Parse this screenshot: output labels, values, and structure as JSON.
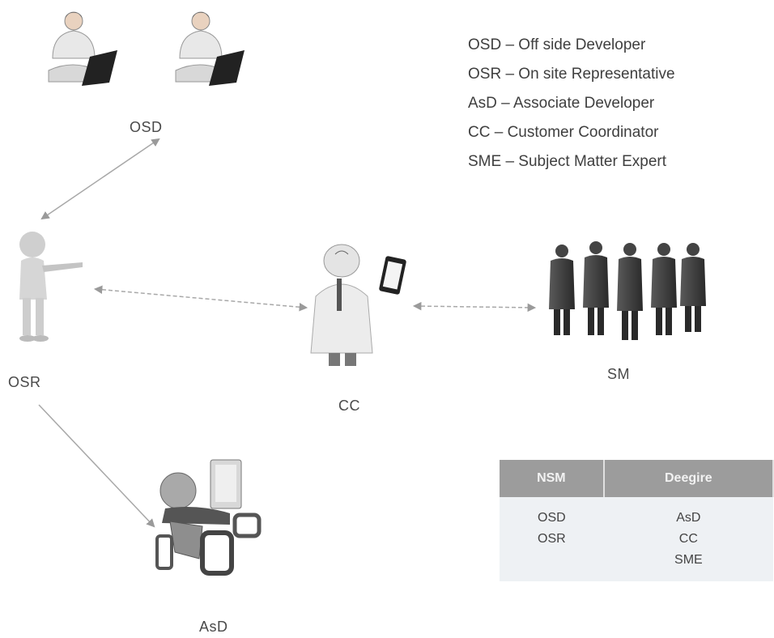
{
  "legend": [
    "OSD – Off side Developer",
    "OSR – On site Representative",
    "AsD – Associate Developer",
    "CC – Customer Coordinator",
    "SME – Subject Matter Expert"
  ],
  "nodes": {
    "osd": "OSD",
    "osr": "OSR",
    "cc": "CC",
    "sm": "SM",
    "asd": "AsD"
  },
  "table": {
    "headers": [
      "NSM",
      "Deegire"
    ],
    "rows": [
      [
        "OSD",
        "AsD"
      ],
      [
        "OSR",
        "CC"
      ],
      [
        "",
        "SME"
      ]
    ]
  }
}
